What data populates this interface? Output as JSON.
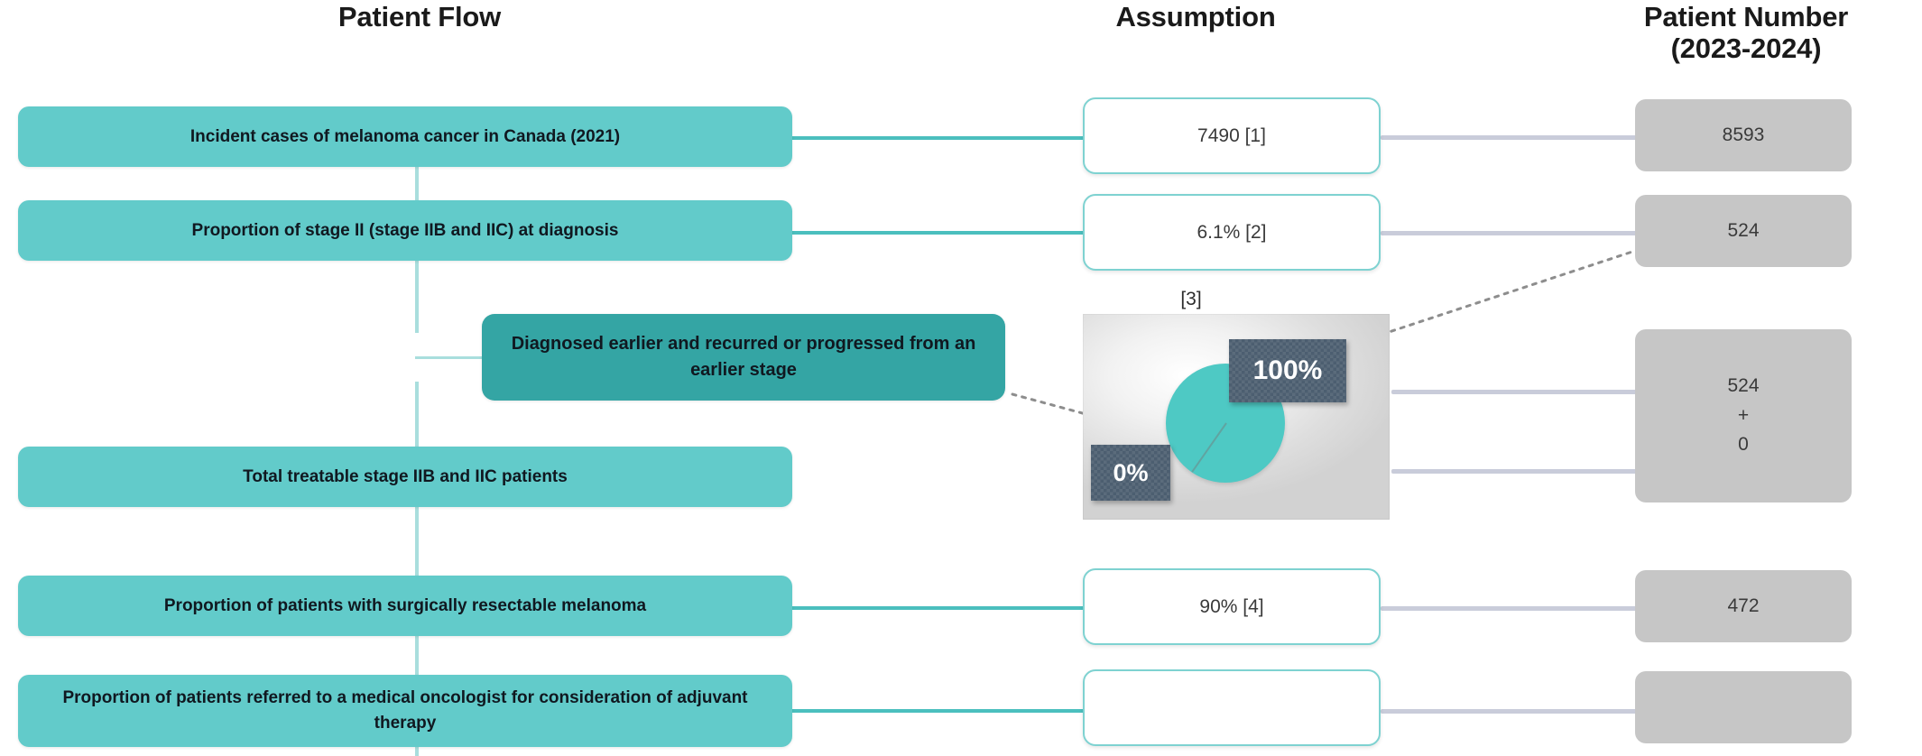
{
  "headers": {
    "patient_flow": "Patient Flow",
    "assumption": "Assumption",
    "patient_number_line1": "Patient Number",
    "patient_number_line2": "(2023-2024)"
  },
  "colors": {
    "flow_box_teal": "#62CBCA",
    "flow_box_dark_teal": "#34A5A4",
    "assumption_border": "#7ED2D1",
    "number_box_gray": "#C6C6C6",
    "connector_teal": "#4BBFBE",
    "connector_gray": "#C9CCDA",
    "pie_slice": "#4EC9C4",
    "pie_label_bg": "#4C5E70"
  },
  "rows": [
    {
      "flow_label": "Incident cases of melanoma cancer in Canada (2021)",
      "assumption": "7490 [1]",
      "patient_number": "8593"
    },
    {
      "flow_label": "Proportion of stage II (stage IIB and IIC) at diagnosis",
      "assumption": "6.1% [2]",
      "patient_number": "524"
    },
    {
      "flow_label": "Diagnosed earlier and recurred or progressed from an earlier stage",
      "assumption": "",
      "patient_number_lines": [
        "524",
        "+",
        "0"
      ]
    },
    {
      "flow_label": "Total treatable stage IIB and IIC patients",
      "assumption": "",
      "patient_number": ""
    },
    {
      "flow_label": "Proportion of patients with surgically resectable melanoma",
      "assumption": "90% [4]",
      "patient_number": "472"
    },
    {
      "flow_label": "Proportion of patients referred to a medical oncologist for consideration of adjuvant therapy",
      "assumption": "",
      "patient_number": ""
    }
  ],
  "chart_data": {
    "type": "pie",
    "title": "",
    "reference": "[3]",
    "labels": [
      "100%",
      "0%"
    ],
    "values": [
      100,
      0
    ],
    "value_labels": [
      "100%",
      "0%"
    ],
    "legend": "none",
    "grid": false
  }
}
